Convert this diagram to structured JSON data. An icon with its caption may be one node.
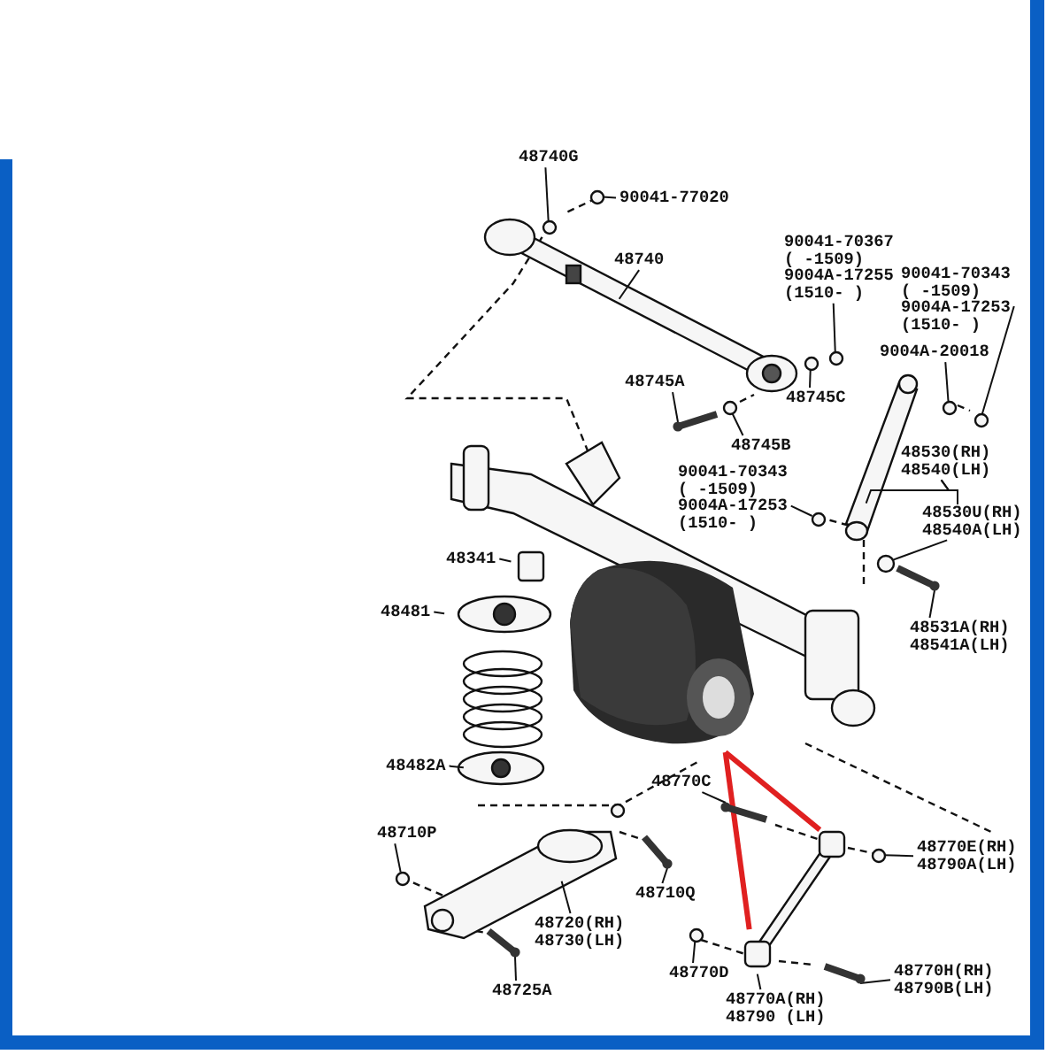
{
  "diagram": {
    "nodes": [
      {
        "text": [
          "48740G"
        ]
      },
      {
        "text": [
          "90041-77020"
        ]
      },
      {
        "text": [
          "48740"
        ]
      },
      {
        "text": [
          "90041-70367",
          "( -1509)",
          "9004A-17255",
          "(1510- )"
        ]
      },
      {
        "text": [
          "90041-70343",
          "( -1509)",
          "9004A-17253",
          "(1510- )"
        ]
      },
      {
        "text": [
          "9004A-20018"
        ]
      },
      {
        "text": [
          "48745A"
        ]
      },
      {
        "text": [
          "48745C"
        ]
      },
      {
        "text": [
          "48745B"
        ]
      },
      {
        "text": [
          "90041-70343",
          "( -1509)",
          "9004A-17253",
          "(1510- )"
        ]
      },
      {
        "text": [
          "48530(RH)",
          "48540(LH)"
        ]
      },
      {
        "text": [
          "48530U(RH)",
          "48540A(LH)"
        ]
      },
      {
        "text": [
          "48531A(RH)",
          "48541A(LH)"
        ]
      },
      {
        "text": [
          "48341"
        ]
      },
      {
        "text": [
          "48481"
        ]
      },
      {
        "text": [
          "48482A"
        ]
      },
      {
        "text": [
          "48710P"
        ]
      },
      {
        "text": [
          "48770C"
        ]
      },
      {
        "text": [
          "48720(RH)",
          "48730(LH)"
        ]
      },
      {
        "text": [
          "48710Q"
        ]
      },
      {
        "text": [
          "48770E(RH)",
          "48790A(LH)"
        ]
      },
      {
        "text": [
          "48725A"
        ]
      },
      {
        "text": [
          "48770D"
        ]
      },
      {
        "text": [
          "48770A(RH)",
          "48790 (LH)"
        ]
      },
      {
        "text": [
          "48770H(RH)",
          "48790B(LH)"
        ]
      },
      {
        "text": [],
        "shape": "picture"
      },
      {
        "text": [],
        "shape": "circle"
      },
      {
        "text": [],
        "shape": "circle"
      },
      {
        "text": [],
        "shape": "circle"
      },
      {
        "text": [],
        "shape": "circle"
      },
      {
        "text": [],
        "shape": "circle"
      },
      {
        "text": [],
        "shape": "bolt"
      },
      {
        "text": [],
        "shape": "circle"
      },
      {
        "text": [],
        "shape": "circle"
      },
      {
        "text": [],
        "shape": "circle"
      },
      {
        "text": [],
        "shape": "circle"
      },
      {
        "text": [],
        "shape": "bolt"
      },
      {
        "text": [],
        "shape": "circle"
      },
      {
        "text": [],
        "shape": "bolt"
      },
      {
        "text": [],
        "shape": "bolt"
      },
      {
        "text": [],
        "shape": "circle"
      },
      {
        "text": [],
        "shape": "bolt"
      },
      {
        "text": [],
        "shape": "circle"
      },
      {
        "text": [],
        "shape": "bolt"
      }
    ],
    "edges": [
      {
        "from": 0,
        "to": 26,
        "arrow": "none"
      },
      {
        "from": 1,
        "to": 27,
        "arrow": "none"
      },
      {
        "from": 2,
        "to": null,
        "arrow": "none"
      },
      {
        "from": 3,
        "to": 28,
        "arrow": "none"
      },
      {
        "from": 4,
        "to": 29,
        "arrow": "none"
      },
      {
        "from": 5,
        "to": 30,
        "arrow": "none"
      },
      {
        "from": 6,
        "to": 31,
        "arrow": "none"
      },
      {
        "from": 7,
        "to": 32,
        "arrow": "none"
      },
      {
        "from": 8,
        "to": 33,
        "arrow": "none"
      },
      {
        "from": 9,
        "to": 34,
        "arrow": "none"
      },
      {
        "from": 10,
        "to": null,
        "arrow": "none"
      },
      {
        "from": 10,
        "to": 11,
        "arrow": "none"
      },
      {
        "from": 11,
        "to": 35,
        "arrow": "none"
      },
      {
        "from": 12,
        "to": 36,
        "arrow": "none"
      },
      {
        "from": 13,
        "to": null,
        "arrow": "none"
      },
      {
        "from": 14,
        "to": null,
        "arrow": "none"
      },
      {
        "from": 15,
        "to": null,
        "arrow": "none"
      },
      {
        "from": 16,
        "to": 37,
        "arrow": "none"
      },
      {
        "from": 17,
        "to": 38,
        "arrow": "none"
      },
      {
        "from": 18,
        "to": null,
        "arrow": "none"
      },
      {
        "from": 19,
        "to": 39,
        "arrow": "none"
      },
      {
        "from": 20,
        "to": 40,
        "arrow": "none"
      },
      {
        "from": 21,
        "to": 41,
        "arrow": "none"
      },
      {
        "from": 22,
        "to": 42,
        "arrow": "none"
      },
      {
        "from": 23,
        "to": null,
        "arrow": "none"
      },
      {
        "from": 24,
        "to": 43,
        "arrow": "none"
      },
      {
        "from": 25,
        "to": null,
        "arrow": "none",
        "style": "thick",
        "color": "#e02020"
      },
      {
        "from": 25,
        "to": null,
        "arrow": "none",
        "style": "thick",
        "color": "#e02020"
      }
    ]
  }
}
